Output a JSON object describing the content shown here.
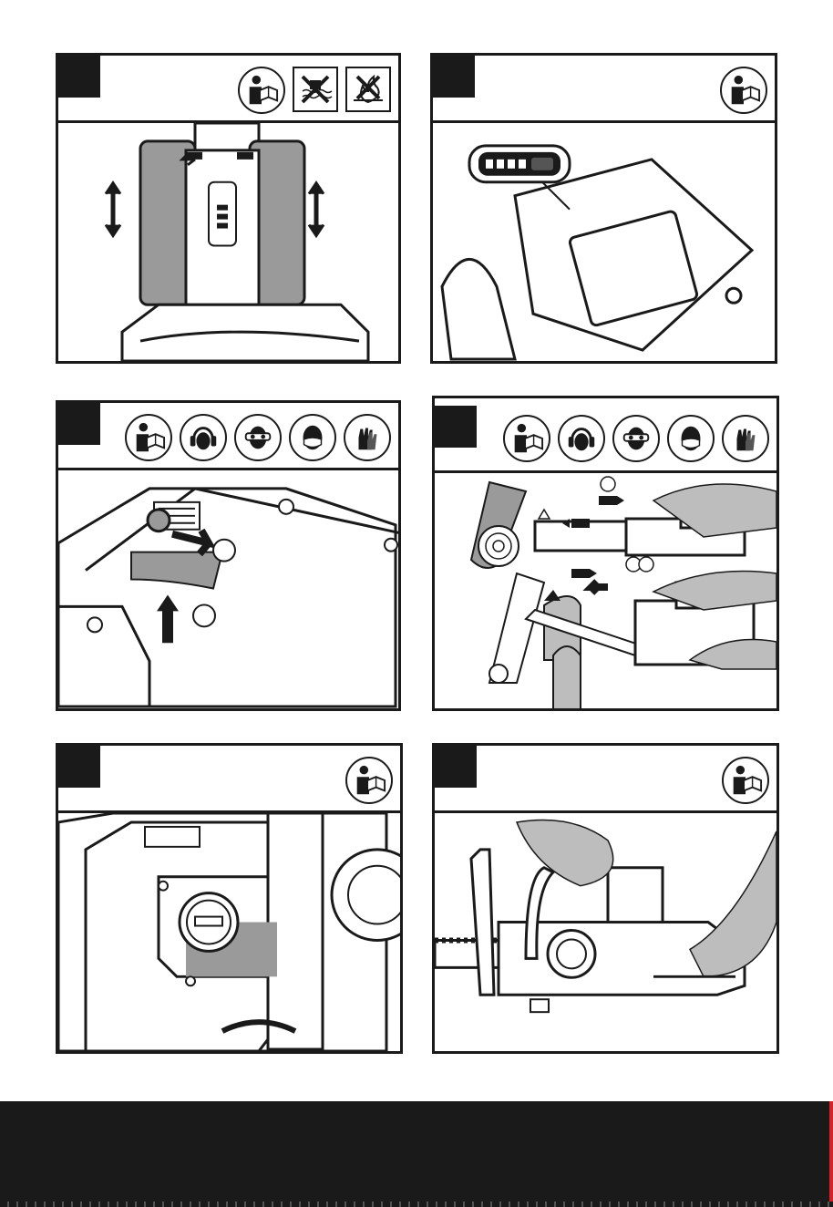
{
  "panels": [
    {
      "id": "battery-insert",
      "header_icons": [
        "read-manual-icon",
        "no-water-icon",
        "no-fire-icon"
      ]
    },
    {
      "id": "battery-indicator",
      "header_icons": [
        "read-manual-icon"
      ]
    },
    {
      "id": "start-trigger",
      "header_icons": [
        "read-manual-icon",
        "ear-protection-icon",
        "eye-protection-icon",
        "dust-mask-icon",
        "gloves-icon"
      ]
    },
    {
      "id": "cutting-technique",
      "header_icons": [
        "read-manual-icon",
        "ear-protection-icon",
        "eye-protection-icon",
        "dust-mask-icon",
        "gloves-icon"
      ]
    },
    {
      "id": "oil-cap",
      "header_icons": [
        "read-manual-icon"
      ]
    },
    {
      "id": "two-hand-grip",
      "header_icons": [
        "read-manual-icon"
      ]
    }
  ],
  "colors": {
    "ink": "#1a1a1a",
    "gray": "#9a9a9a",
    "footer": "#1a1a1a",
    "accent": "#d2232a"
  }
}
